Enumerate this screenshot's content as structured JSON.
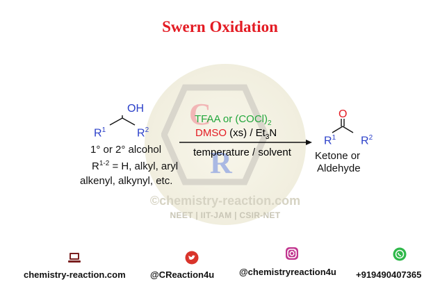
{
  "title": "Swern Oxidation",
  "watermark": {
    "letter_c": "C",
    "letter_r": "R",
    "site": "©chemistry-reaction.com",
    "exams": "NEET | IIT-JAM | CSIR-NET"
  },
  "reactant": {
    "oh": "OH",
    "r1": "R",
    "r1_sup": "1",
    "r2": "R",
    "r2_sup": "2",
    "type": "1° or 2° alcohol",
    "substituent_label": "R",
    "substituent_sup": "1-2",
    "substituent_values": " = H, alkyl, aryl",
    "substituent_more": "alkenyl, alkynyl, etc."
  },
  "conditions": {
    "reagent_1": "TFAA or (COCl)",
    "reagent_1_sub": "2",
    "reagent_2_red": "DMSO",
    "reagent_2_rest": " (xs) / Et",
    "reagent_2_sub": "3",
    "reagent_2_end": "N",
    "reagent_3": "temperature / solvent"
  },
  "product": {
    "o": "O",
    "r1": "R",
    "r1_sup": "1",
    "r2": "R",
    "r2_sup": "2",
    "label_1": "Ketone or",
    "label_2": "Aldehyde"
  },
  "footer": [
    {
      "icon": "laptop-icon",
      "label": "chemistry-reaction.com",
      "color": "#7a1f1f"
    },
    {
      "icon": "twitter-icon",
      "label": "@CReaction4u",
      "color": "#d9342b"
    },
    {
      "icon": "instagram-icon",
      "label": "@chemistryreaction4u",
      "color": "#c1358f"
    },
    {
      "icon": "whatsapp-icon",
      "label": "+919490407365",
      "color": "#2fb84a"
    }
  ],
  "colors": {
    "title": "#e31b23",
    "chem_blue": "#2a3fc9",
    "reagent_green": "#22a63b",
    "reagent_red": "#e31b23"
  }
}
